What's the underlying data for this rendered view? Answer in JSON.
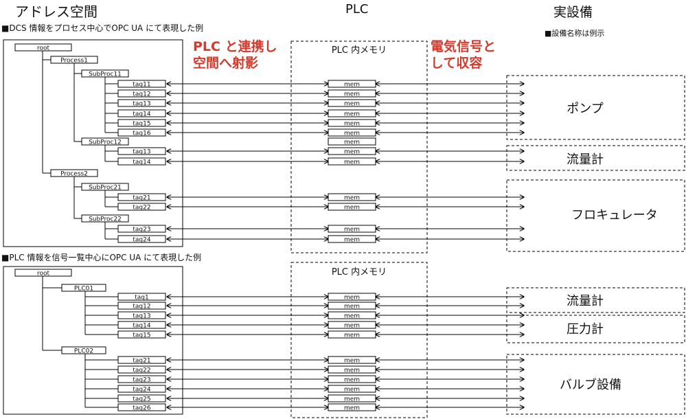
{
  "headers": {
    "address_space": "アドレス空間",
    "plc": "PLC",
    "equipment": "実設備"
  },
  "subtitles": {
    "dcs_example": "■DCS 情報をプロセス中心でOPC UA にて表現した例",
    "plc_example": "■PLC 情報を信号一覧中心にOPC UA にて表現した例",
    "equipment_note": "■設備名称は例示"
  },
  "annotations": {
    "map_line1": "PLC と連携し",
    "map_line2": "空間へ射影",
    "signal_line1": "電気信号と",
    "signal_line2": "して収容"
  },
  "colors": {
    "accent_red": "#d33a2c",
    "line": "#000000"
  },
  "memory_box_label": "PLC 内メモリ",
  "mem_label": "mem",
  "top_tree": {
    "root": "root",
    "processes": [
      {
        "label": "Process1",
        "subprocs": [
          {
            "label": "SubProc11",
            "tags": [
              "tag11",
              "tag12",
              "tag13",
              "tag14",
              "tag15",
              "tag16"
            ]
          },
          {
            "label": "SubProc12",
            "tags": [
              "tag13",
              "tag14"
            ]
          }
        ]
      },
      {
        "label": "Process2",
        "subprocs": [
          {
            "label": "SubProc21",
            "tags": [
              "tag21",
              "tag22"
            ]
          },
          {
            "label": "SubProc22",
            "tags": [
              "tag23",
              "tag24"
            ]
          }
        ]
      }
    ]
  },
  "bottom_tree": {
    "root": "root",
    "plcs": [
      {
        "label": "PLC01",
        "tags": [
          "tag1",
          "tag12",
          "tag13",
          "tag14",
          "tag15"
        ]
      },
      {
        "label": "PLC02",
        "tags": [
          "tag21",
          "tag22",
          "tag23",
          "tag24",
          "tag25",
          "tag26"
        ]
      }
    ]
  },
  "equipment_top": [
    "ポンプ",
    "流量計",
    "フロキュレータ"
  ],
  "equipment_bottom": [
    "流量計",
    "圧力計",
    "バルブ設備"
  ]
}
